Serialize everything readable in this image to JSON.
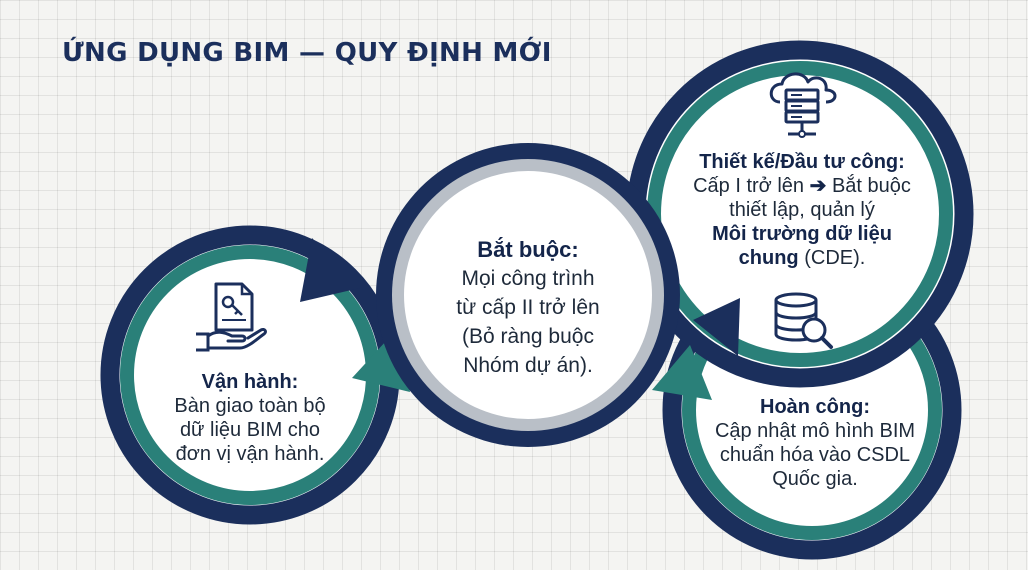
{
  "title": "ỨNG DỤNG BIM — QUY ĐỊNH MỚI",
  "colors": {
    "navy": "#1b2f5c",
    "teal": "#2a8079",
    "background": "#f4f4f2"
  },
  "center": {
    "heading": "Bắt buộc:",
    "lines": [
      "Mọi công trình",
      "từ cấp II trở lên",
      "(Bỏ ràng buộc",
      "Nhóm dự án)."
    ]
  },
  "design": {
    "heading": "Thiết kế/Đầu tư công:",
    "line1_pre": "Cấp I trở lên",
    "arrow": "➔",
    "line1_post": "Bắt buộc",
    "line2": "thiết lập, quản lý",
    "line3_bold": "Môi trường dữ liệu",
    "line4_bold": "chung",
    "line4_rest": "(CDE).",
    "icon": "cloud-server-icon"
  },
  "asbuilt": {
    "heading": "Hoàn công:",
    "lines": [
      "Cập nhật mô hình BIM",
      "chuẩn hóa vào CSDL",
      "Quốc gia."
    ],
    "icon": "database-search-icon"
  },
  "operation": {
    "heading": "Vận hành:",
    "lines": [
      "Bàn giao toàn bộ",
      "dữ liệu BIM cho",
      "đơn vị vận hành."
    ],
    "icon": "document-key-hand-icon"
  }
}
